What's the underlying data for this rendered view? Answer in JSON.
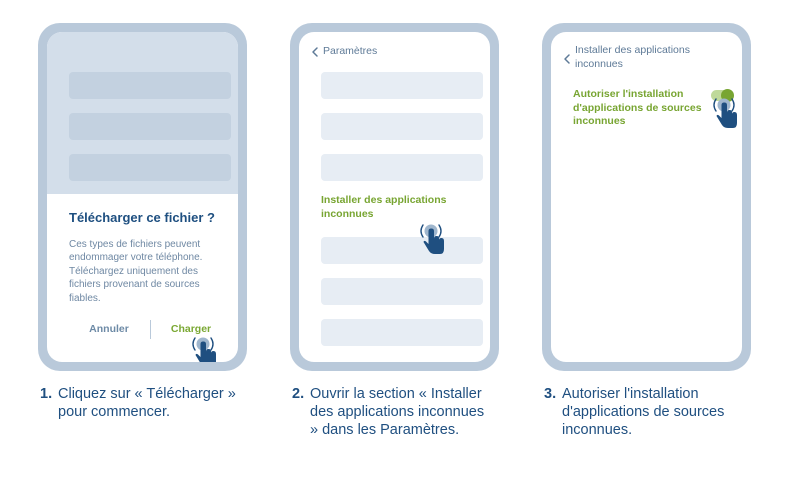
{
  "colors": {
    "frame": "#b9c9da",
    "accent_green": "#78a532",
    "text_blue": "#1f4f80",
    "muted": "#6f88a3"
  },
  "phone1": {
    "dialog_title": "Télécharger ce fichier ?",
    "dialog_body": "Ces types de fichiers peuvent endommager votre téléphone. Téléchargez uniquement des fichiers provenant de sources fiables.",
    "cancel_label": "Annuler",
    "confirm_label": "Charger"
  },
  "phone2": {
    "back_label": "Paramètres",
    "highlighted_item": "Installer des applications inconnues"
  },
  "phone3": {
    "back_label": "Installer des applications inconnues",
    "setting_label": "Autoriser l'installation d'applications de sources inconnues",
    "toggle_state": "on"
  },
  "steps": [
    {
      "number": "1.",
      "text": "Cliquez sur « Télécharger » pour commencer."
    },
    {
      "number": "2.",
      "text": "Ouvrir la section « Installer des applications inconnues » dans les Paramètres."
    },
    {
      "number": "3.",
      "text": "Autoriser l'installation d'applications de sources inconnues."
    }
  ],
  "icons": [
    "chevron-left-icon",
    "tap-hand-icon",
    "toggle-switch-icon"
  ]
}
